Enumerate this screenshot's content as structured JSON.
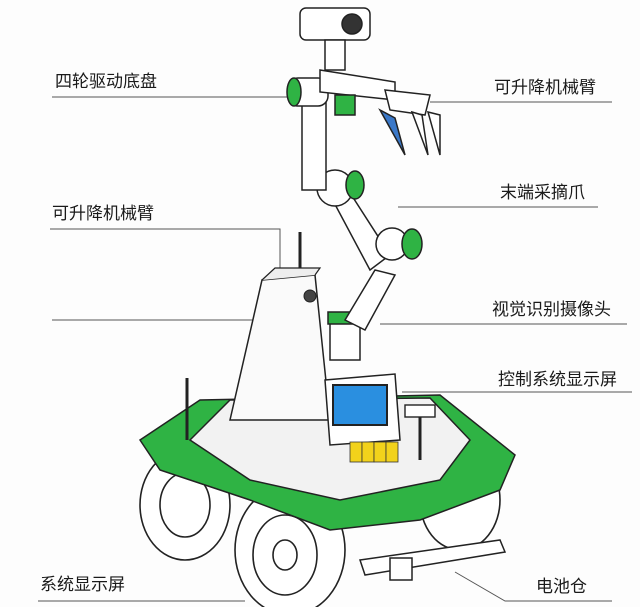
{
  "labels": {
    "left": [
      {
        "text": "四轮驱动底盘"
      },
      {
        "text": "可升降机械臂"
      },
      {
        "text": "系统显示屏"
      }
    ],
    "right": [
      {
        "text": "可升降机械臂"
      },
      {
        "text": "末端采摘爪"
      },
      {
        "text": "视觉识别摄像头"
      },
      {
        "text": "控制系统显示屏"
      },
      {
        "text": "电池仓"
      }
    ]
  },
  "colors": {
    "accent_green": "#2fb344",
    "screen_blue": "#2a8fe0",
    "battery_yellow": "#f2d21b",
    "gripper_blue": "#3a78c8",
    "outline": "#222222"
  }
}
